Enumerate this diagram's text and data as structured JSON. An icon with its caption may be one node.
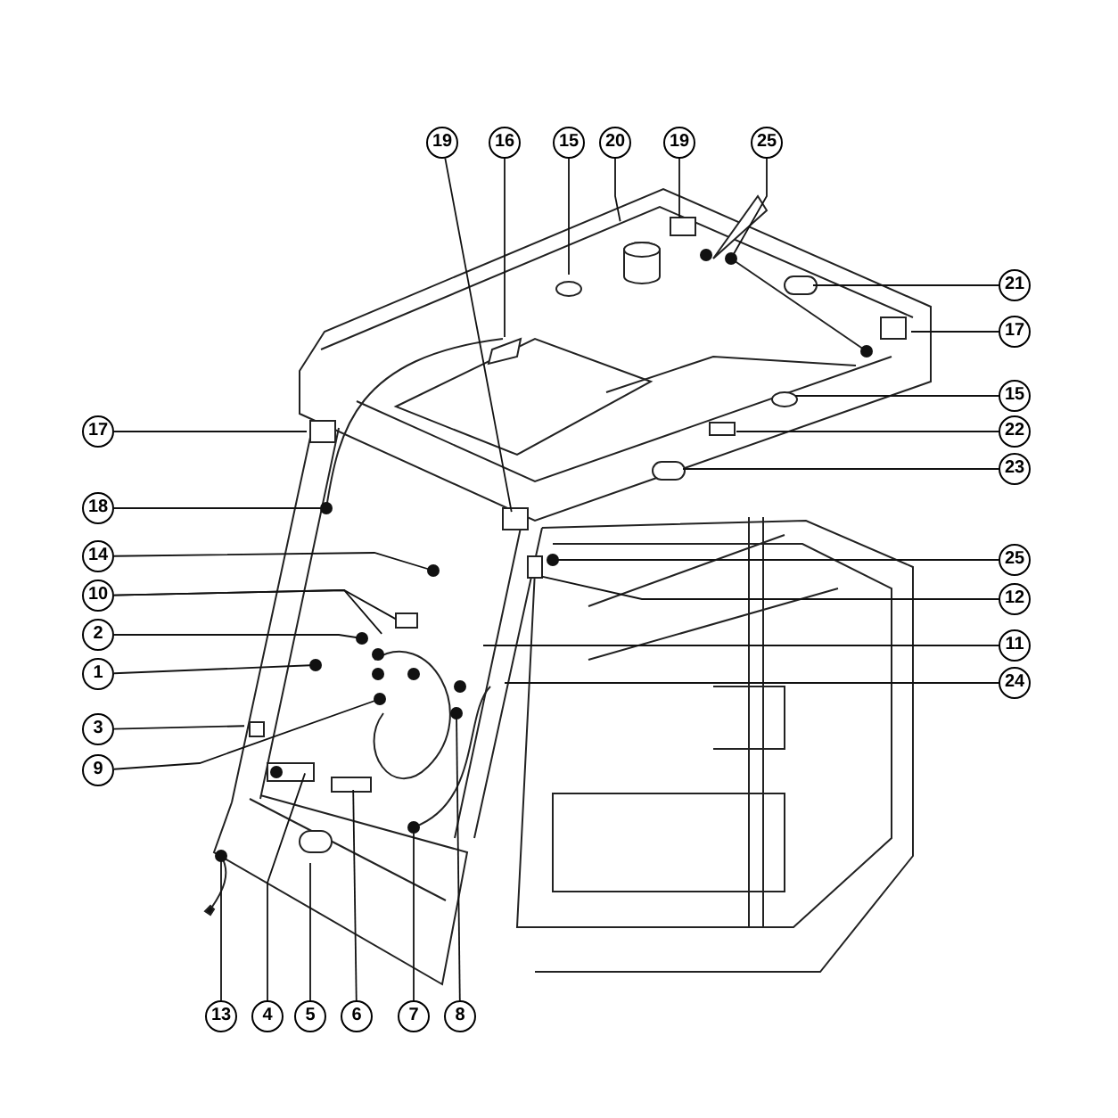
{
  "diagram": {
    "nodes": [
      {
        "text": [
          "19"
        ]
      },
      {
        "text": [
          "16"
        ]
      },
      {
        "text": [
          "15"
        ]
      },
      {
        "text": [
          "20"
        ]
      },
      {
        "text": [
          "19"
        ]
      },
      {
        "text": [
          "25"
        ]
      },
      {
        "text": [
          "17"
        ]
      },
      {
        "text": [
          "18"
        ]
      },
      {
        "text": [
          "14"
        ]
      },
      {
        "text": [
          "10"
        ]
      },
      {
        "text": [
          "2"
        ]
      },
      {
        "text": [
          "1"
        ]
      },
      {
        "text": [
          "3"
        ]
      },
      {
        "text": [
          "9"
        ]
      },
      {
        "text": [
          "21"
        ]
      },
      {
        "text": [
          "17"
        ]
      },
      {
        "text": [
          "15"
        ]
      },
      {
        "text": [
          "22"
        ]
      },
      {
        "text": [
          "23"
        ]
      },
      {
        "text": [
          "25"
        ]
      },
      {
        "text": [
          "12"
        ]
      },
      {
        "text": [
          "11"
        ]
      },
      {
        "text": [
          "24"
        ]
      },
      {
        "text": [
          "13"
        ]
      },
      {
        "text": [
          "4"
        ]
      },
      {
        "text": [
          "5"
        ]
      },
      {
        "text": [
          "6"
        ]
      },
      {
        "text": [
          "7"
        ]
      },
      {
        "text": [
          "8"
        ]
      }
    ],
    "edges": [
      {
        "from": 0,
        "to": null,
        "arrow": "none"
      },
      {
        "from": 1,
        "to": null,
        "arrow": "none"
      },
      {
        "from": 2,
        "to": null,
        "arrow": "none"
      },
      {
        "from": 3,
        "to": null,
        "arrow": "none"
      },
      {
        "from": 4,
        "to": null,
        "arrow": "none"
      },
      {
        "from": 5,
        "to": null,
        "arrow": "other"
      },
      {
        "from": 6,
        "to": null,
        "arrow": "none"
      },
      {
        "from": 7,
        "to": null,
        "arrow": "other"
      },
      {
        "from": 8,
        "to": null,
        "arrow": "other"
      },
      {
        "from": 9,
        "to": null,
        "arrow": "none"
      },
      {
        "from": 9,
        "to": null,
        "arrow": "none"
      },
      {
        "from": 10,
        "to": null,
        "arrow": "other"
      },
      {
        "from": 11,
        "to": null,
        "arrow": "other"
      },
      {
        "from": 12,
        "to": null,
        "arrow": "none"
      },
      {
        "from": 13,
        "to": null,
        "arrow": "other"
      },
      {
        "from": 14,
        "to": null,
        "arrow": "none"
      },
      {
        "from": 15,
        "to": null,
        "arrow": "none"
      },
      {
        "from": 16,
        "to": null,
        "arrow": "none"
      },
      {
        "from": 17,
        "to": null,
        "arrow": "none"
      },
      {
        "from": 18,
        "to": null,
        "arrow": "none"
      },
      {
        "from": 19,
        "to": null,
        "arrow": "other"
      },
      {
        "from": 20,
        "to": null,
        "arrow": "none"
      },
      {
        "from": 21,
        "to": null,
        "arrow": "none"
      },
      {
        "from": 22,
        "to": null,
        "arrow": "none"
      },
      {
        "from": 23,
        "to": null,
        "arrow": "other"
      },
      {
        "from": 24,
        "to": null,
        "arrow": "none"
      },
      {
        "from": 25,
        "to": null,
        "arrow": "none"
      },
      {
        "from": 26,
        "to": null,
        "arrow": "none"
      },
      {
        "from": 27,
        "to": null,
        "arrow": "other"
      },
      {
        "from": 28,
        "to": null,
        "arrow": "other"
      }
    ]
  }
}
